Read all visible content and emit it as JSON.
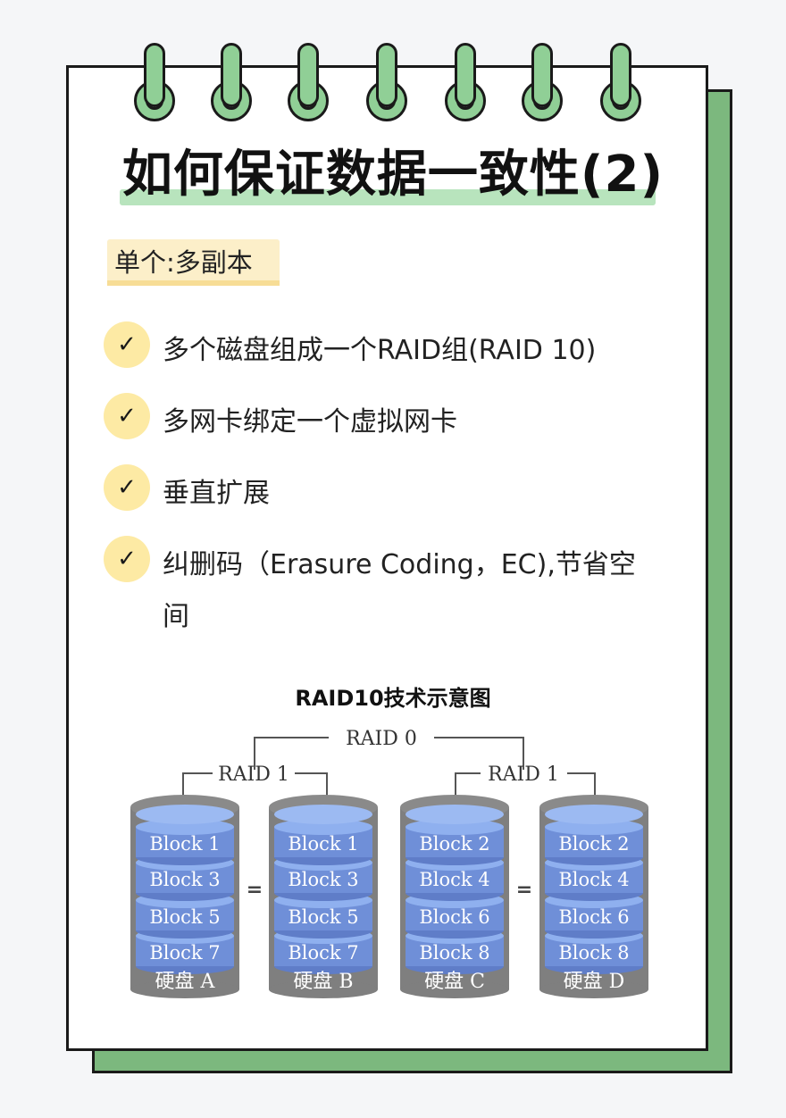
{
  "title": "如何保证数据一致性(2)",
  "subtitle": "单个:多副本",
  "items": [
    {
      "icon": "check-icon",
      "text": "多个磁盘组成一个RAID组(RAID 10)"
    },
    {
      "icon": "check-icon",
      "text": "多网卡绑定一个虚拟网卡"
    },
    {
      "icon": "check-icon",
      "text": "垂直扩展"
    },
    {
      "icon": "check-icon",
      "text": "纠删码（Erasure Coding，EC),节省空间"
    }
  ],
  "diagram": {
    "title": "RAID10技术示意图",
    "raid0_label": "RAID 0",
    "raid1_left": "RAID 1",
    "raid1_right": "RAID 1",
    "equals_left": "=",
    "equals_right": "=",
    "disks": [
      {
        "name": "硬盘 A",
        "blocks": [
          "Block 1",
          "Block 3",
          "Block 5",
          "Block 7"
        ]
      },
      {
        "name": "硬盘 B",
        "blocks": [
          "Block 1",
          "Block 3",
          "Block 5",
          "Block 7"
        ]
      },
      {
        "name": "硬盘 C",
        "blocks": [
          "Block 2",
          "Block 4",
          "Block 6",
          "Block 8"
        ]
      },
      {
        "name": "硬盘 D",
        "blocks": [
          "Block 2",
          "Block 4",
          "Block 6",
          "Block 8"
        ]
      }
    ]
  },
  "colors": {
    "accent_green": "#90cf96",
    "shadow_green": "#7cb87e",
    "title_highlight": "#b8e4bd",
    "subtitle_highlight": "#fcefc9",
    "check_bg": "#fdeaa4",
    "disk_gray": "#7f7f7f",
    "block_blue": "#6f8fd8"
  }
}
